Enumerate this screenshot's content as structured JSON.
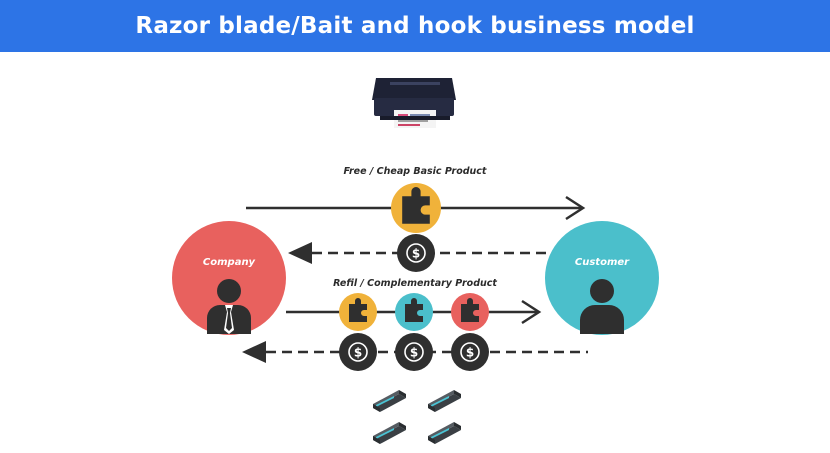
{
  "title": "Razor blade/Bait and hook business model",
  "labels": {
    "basic_product": "Free / Cheap Basic Product",
    "refill_product": "Refil / Complementary Product",
    "company": "Company",
    "customer": "Customer"
  },
  "colors": {
    "title_bar": "#2d74e6",
    "company": "#e8615e",
    "customer": "#4bbfcb",
    "yellow": "#f0b23a",
    "teal": "#4bbfcb",
    "red": "#e8615e",
    "dark": "#2f2f2f"
  },
  "icons": {
    "printer": "printer-image",
    "puzzle": "puzzle-piece-icon",
    "money": "dollar-coin-icon",
    "cartridge": "toner-cartridge-image",
    "person": "person-icon"
  }
}
